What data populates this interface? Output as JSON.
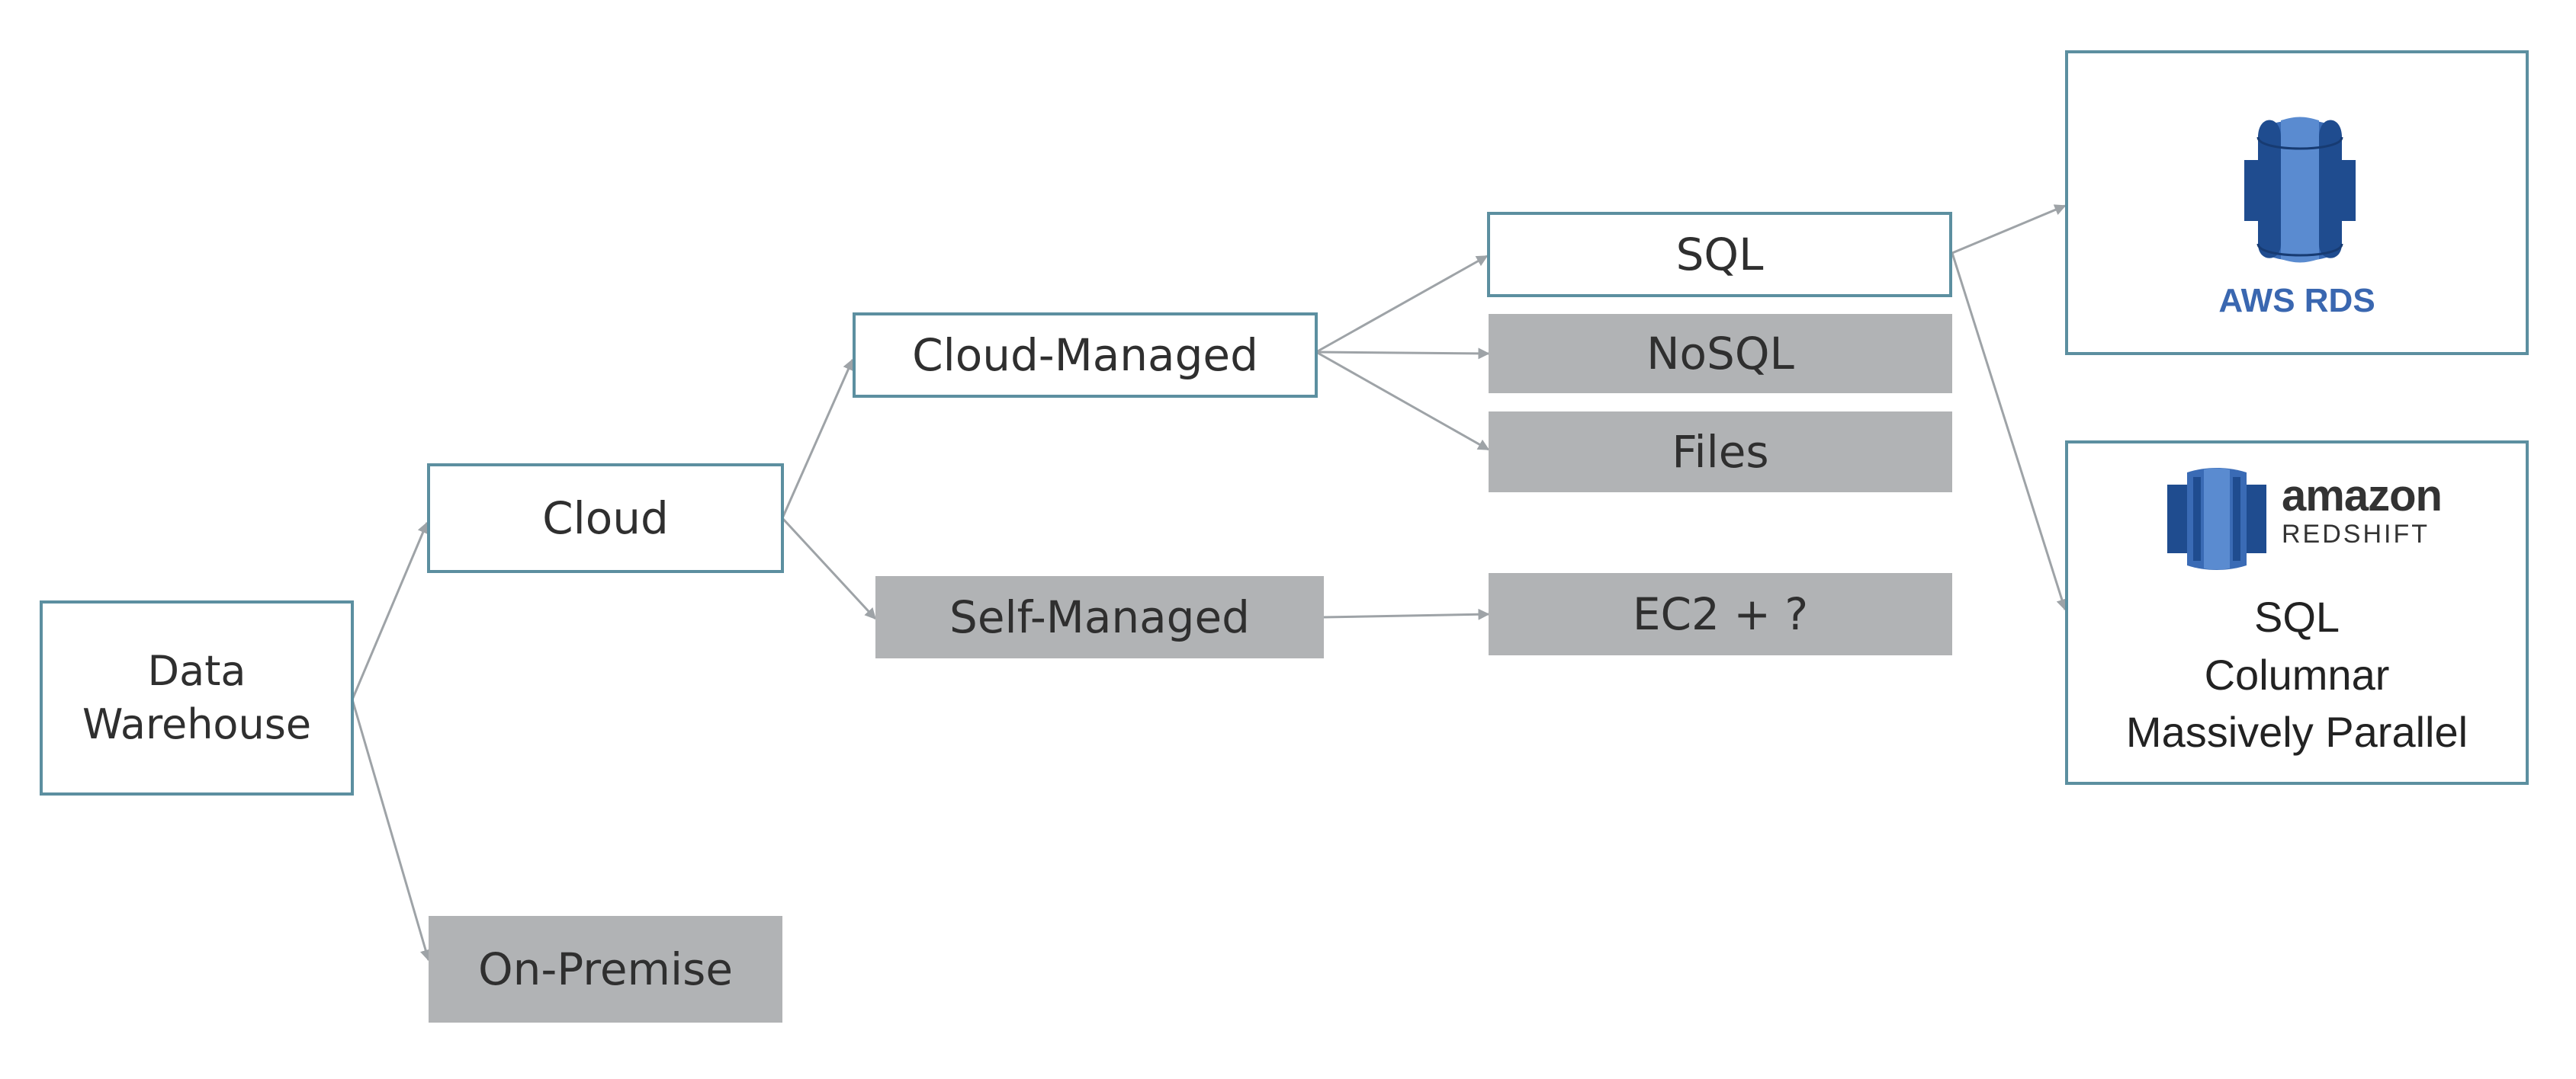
{
  "diagram": {
    "nodes": {
      "data_warehouse": "Data\nWarehouse",
      "cloud": "Cloud",
      "on_premise": "On-Premise",
      "cloud_managed": "Cloud-Managed",
      "self_managed": "Self-Managed",
      "sql": "SQL",
      "nosql": "NoSQL",
      "files": "Files",
      "ec2": "EC2 + ?"
    },
    "cards": {
      "aws_rds": {
        "label": "AWS RDS"
      },
      "redshift": {
        "brand": "amazon",
        "product": "REDSHIFT",
        "lines": [
          "SQL",
          "Columnar",
          "Massively Parallel"
        ]
      }
    }
  },
  "colors": {
    "node_border": "#5c8fa0",
    "node_gray": "#b1b3b5",
    "arrow": "#9ea3a7",
    "aws_blue_dark": "#1f4c8f",
    "aws_blue": "#3a6bb5",
    "aws_blue_light": "#5a8bd0"
  }
}
